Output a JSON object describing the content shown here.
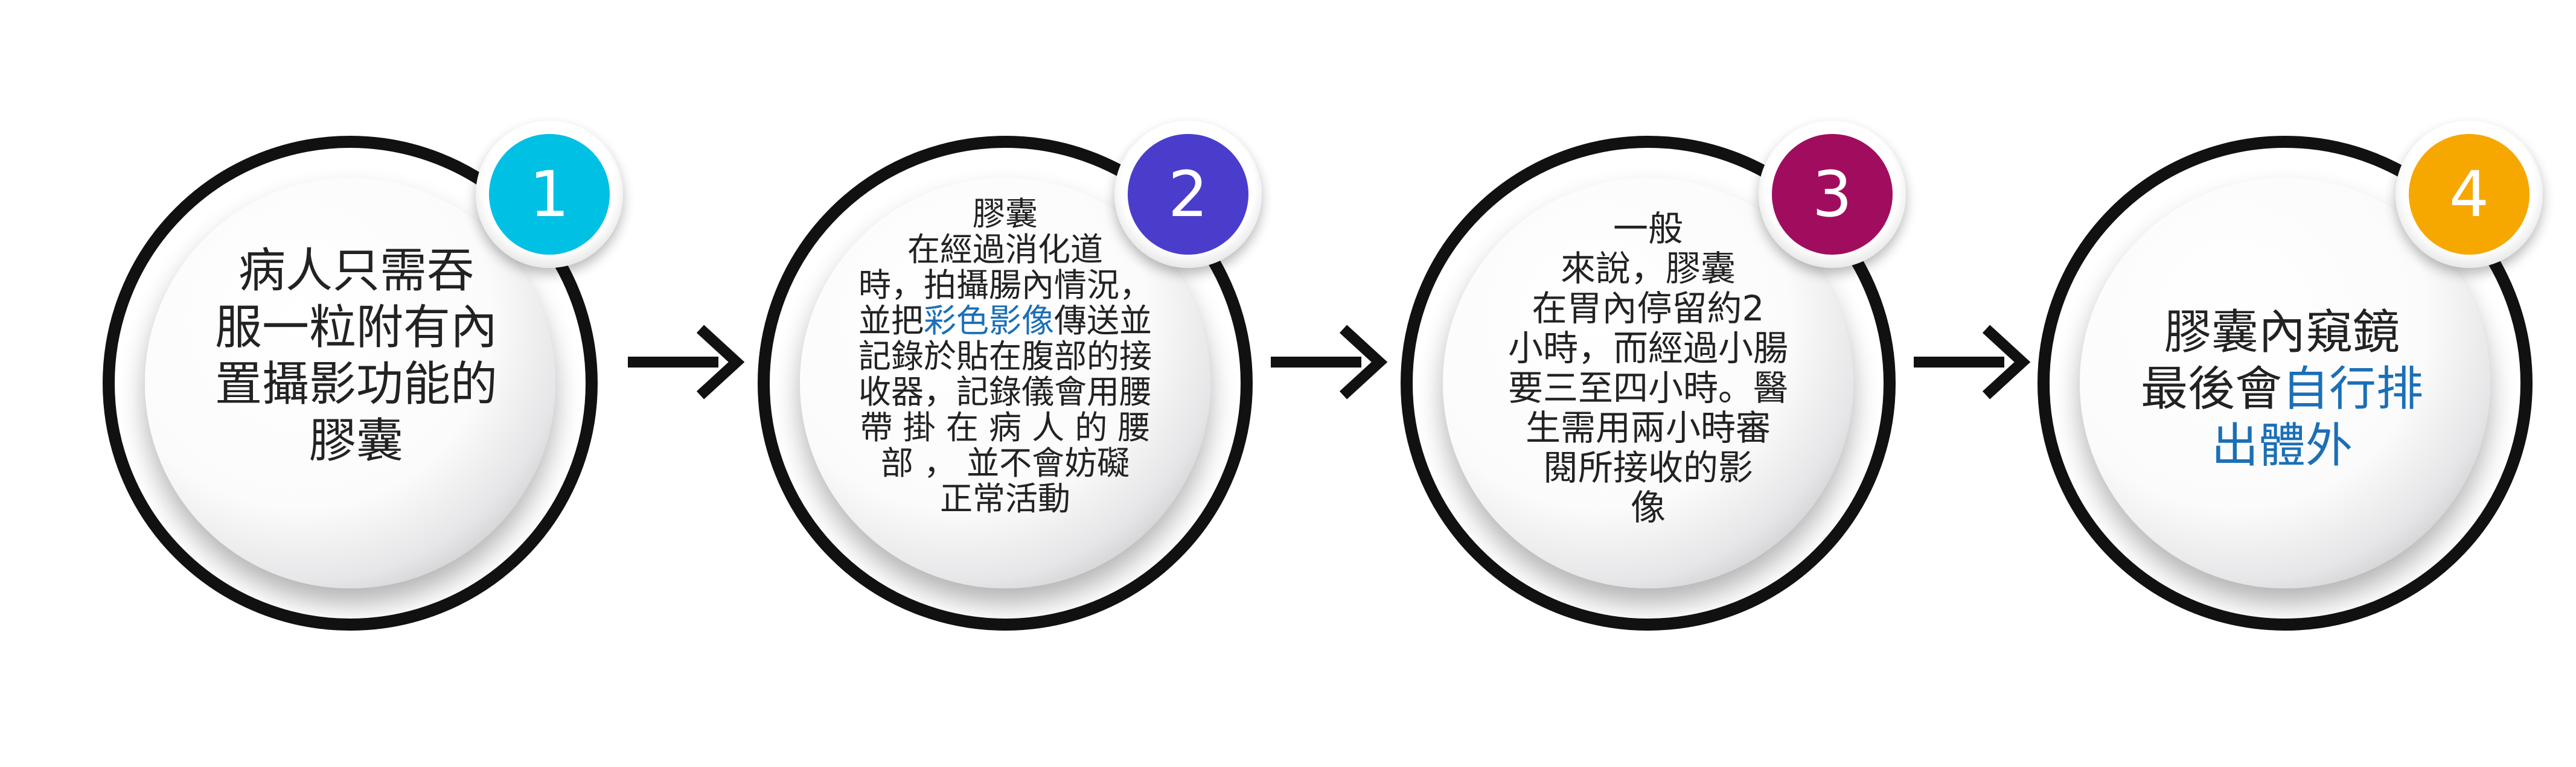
{
  "steps": [
    {
      "number": "1",
      "color": "#00c0e4",
      "lines": [
        {
          "text": "病人只需吞"
        },
        {
          "text": "服一粒附有內"
        },
        {
          "text": "置攝影功能的"
        },
        {
          "text": "膠囊"
        }
      ]
    },
    {
      "number": "2",
      "color": "#4a3dcc",
      "lines": [
        {
          "text": "膠囊"
        },
        {
          "text": "在經過消化道"
        },
        {
          "text": "時，拍攝腸內情況，"
        },
        {
          "pre": "並把",
          "highlight": "彩色影像",
          "post": "傳送並"
        },
        {
          "text": "記錄於貼在腹部的接"
        },
        {
          "text": "收器，記錄儀會用腰"
        },
        {
          "text": "帶 掛 在 病 人 的 腰"
        },
        {
          "text": "部 ， 並不會妨礙"
        },
        {
          "text": "正常活動"
        }
      ]
    },
    {
      "number": "3",
      "color": "#a10d5e",
      "lines": [
        {
          "text": "一般"
        },
        {
          "text": "來說，膠囊"
        },
        {
          "text": "在胃內停留約2"
        },
        {
          "text": "小時，而經過小腸"
        },
        {
          "text": "要三至四小時。醫"
        },
        {
          "text": "生需用兩小時審"
        },
        {
          "text": "閱所接收的影"
        },
        {
          "text": "像"
        }
      ]
    },
    {
      "number": "4",
      "color": "#f6a800",
      "lines": [
        {
          "text": "膠囊內窺鏡"
        },
        {
          "pre": "最後會",
          "highlight": "自行排",
          "post": ""
        },
        {
          "pre": "",
          "highlight": "出體外",
          "post": ""
        }
      ]
    }
  ],
  "colors": {
    "ring": "#111111",
    "text": "#222222",
    "highlight": "#1b6fb6"
  }
}
